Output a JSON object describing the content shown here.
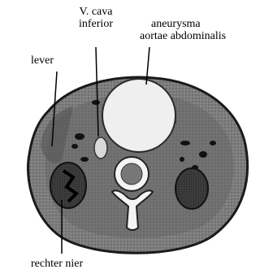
{
  "labels": {
    "vena_cava_line1": "V. cava",
    "vena_cava_line2": "inferior",
    "aneurysma_line1": "aneurysma",
    "aneurysma_line2": "aortae abdominalis",
    "lever": "lever",
    "rechter_nier": "rechter nier"
  }
}
